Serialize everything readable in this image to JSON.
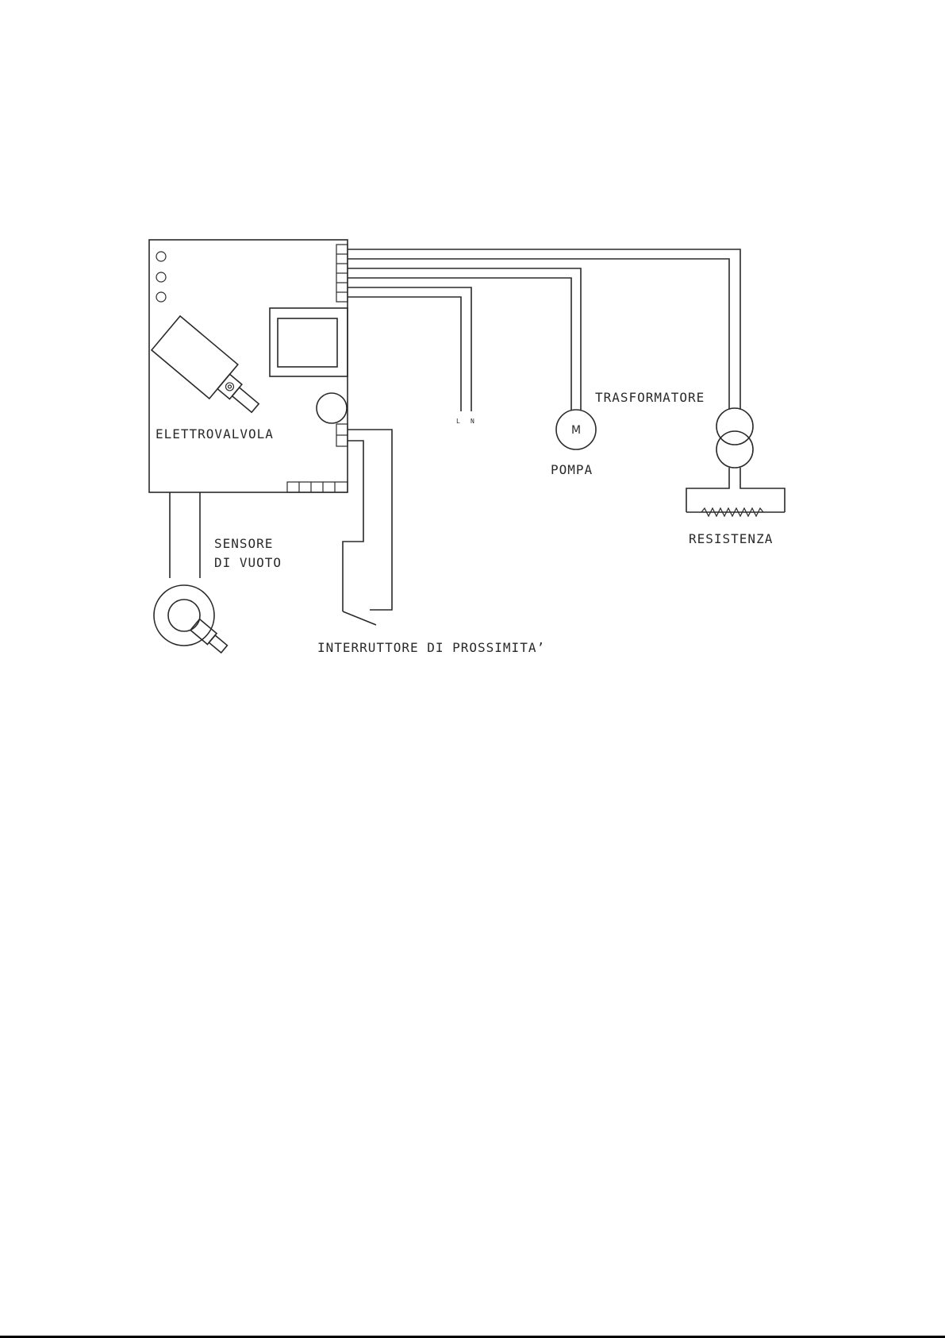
{
  "labels": {
    "elettrovalvola": "ELETTROVALVOLA",
    "sensore_line1": "SENSORE",
    "sensore_line2": "DI VUOTO",
    "interruttore": "INTERRUTTORE DI PROSSIMITA’",
    "pompa": "POMPA",
    "motor_symbol": "M",
    "trasformatore": "TRASFORMATORE",
    "resistenza": "RESISTENZA",
    "line_l": "L",
    "line_n": "N"
  },
  "colors": {
    "line": "#2a2a2a",
    "background": "#ffffff"
  }
}
